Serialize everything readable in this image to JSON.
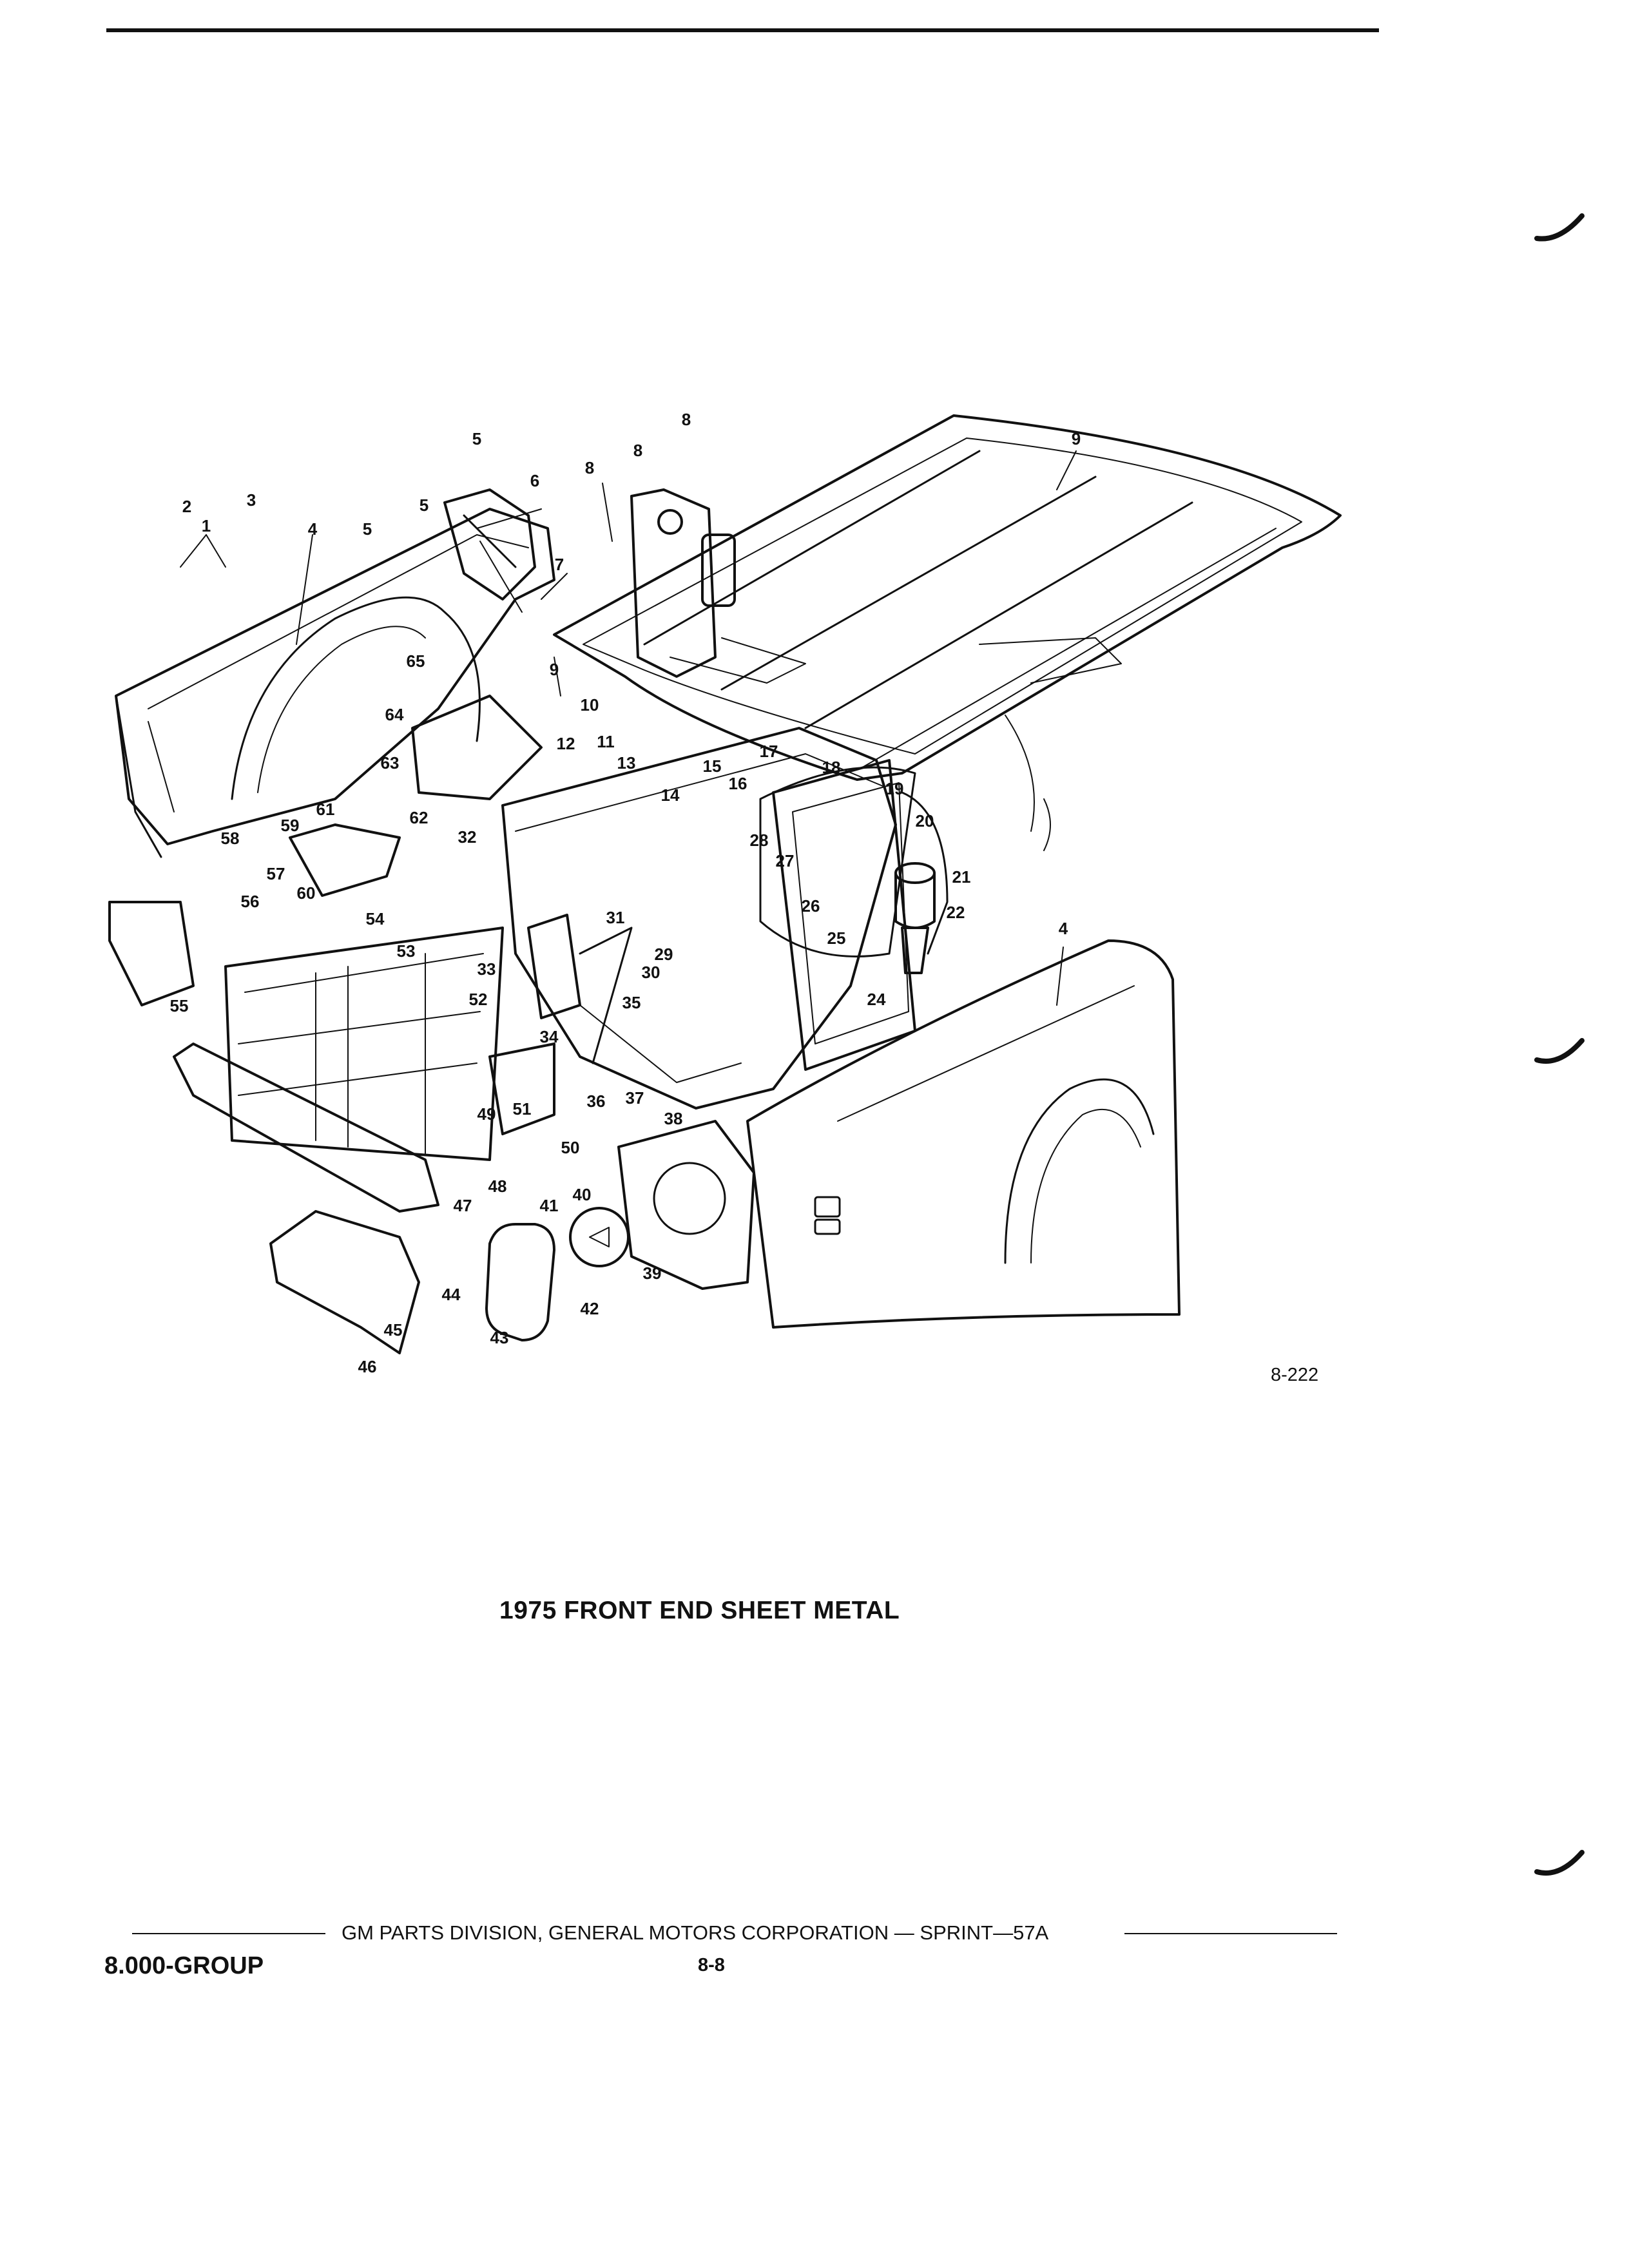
{
  "caption": "1975 FRONT END SHEET METAL",
  "figure_number": "8-222",
  "footer": {
    "corporation_line": "GM PARTS DIVISION, GENERAL MOTORS CORPORATION — SPRINT—57A",
    "group": "8.000-GROUP",
    "page": "8-8"
  },
  "callouts": {
    "c1": "1",
    "c2": "2",
    "c3": "3",
    "c4": "4",
    "c4b": "4",
    "c5": "5",
    "c5b": "5",
    "c5c": "5",
    "c6": "6",
    "c7": "7",
    "c8": "8",
    "c8b": "8",
    "c8c": "8",
    "c9": "9",
    "c9b": "9",
    "c10": "10",
    "c11": "11",
    "c12": "12",
    "c13": "13",
    "c14": "14",
    "c15": "15",
    "c16": "16",
    "c17": "17",
    "c18": "18",
    "c19": "19",
    "c20": "20",
    "c21": "21",
    "c22": "22",
    "c24": "24",
    "c25": "25",
    "c26": "26",
    "c27": "27",
    "c28": "28",
    "c29": "29",
    "c30": "30",
    "c31": "31",
    "c32": "32",
    "c33": "33",
    "c34": "34",
    "c35": "35",
    "c36": "36",
    "c37": "37",
    "c38": "38",
    "c39": "39",
    "c40": "40",
    "c41": "41",
    "c42": "42",
    "c43": "43",
    "c44": "44",
    "c45": "45",
    "c46": "46",
    "c47": "47",
    "c48": "48",
    "c49": "49",
    "c50": "50",
    "c51": "51",
    "c52": "52",
    "c53": "53",
    "c54": "54",
    "c55": "55",
    "c56": "56",
    "c57": "57",
    "c58": "58",
    "c59": "59",
    "c60": "60",
    "c61": "61",
    "c62": "62",
    "c63": "63",
    "c64": "64",
    "c65": "65"
  }
}
